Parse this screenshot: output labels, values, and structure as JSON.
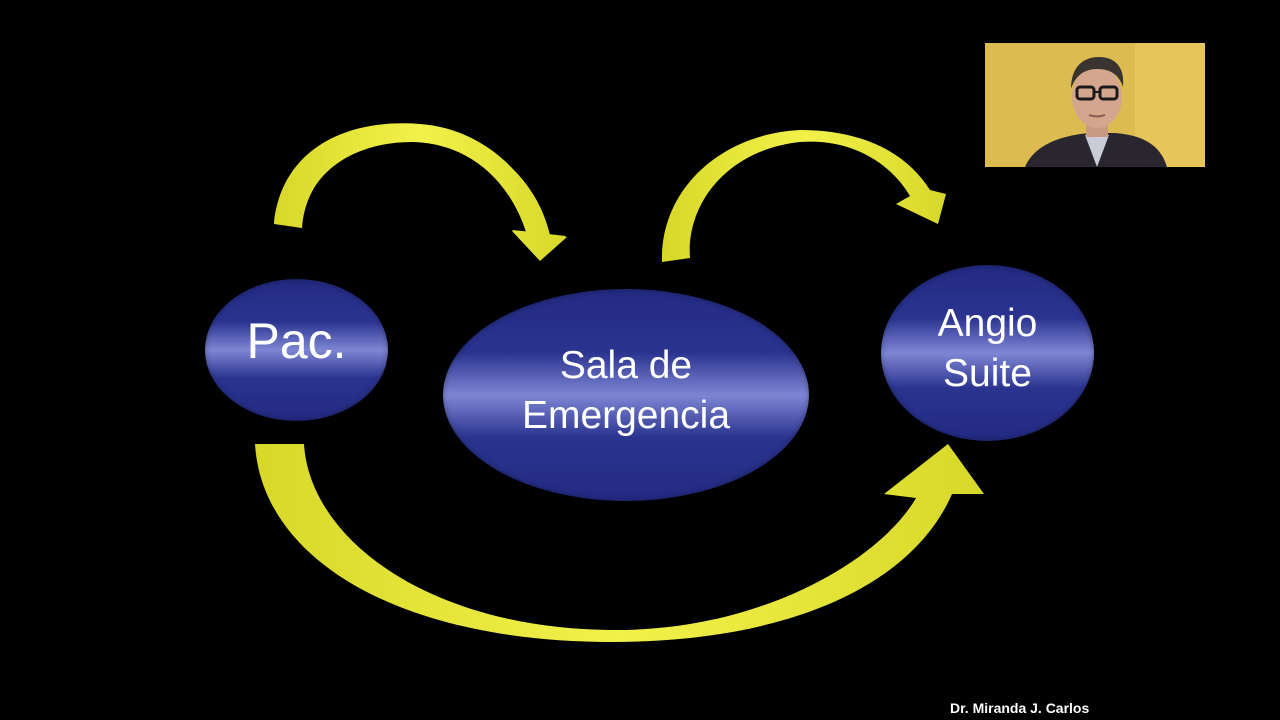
{
  "diagram": {
    "nodes": {
      "patient": "Pac.",
      "emergency_room": "Sala de\nEmergencia",
      "angio_suite": "Angio\nSuite"
    },
    "colors": {
      "background": "#000000",
      "node_fill": "#2a348f",
      "node_highlight": "#7e86d4",
      "arrow": "#e8e83a",
      "text": "#ffffff"
    }
  },
  "presenter": {
    "credit": "Dr. Miranda J. Carlos"
  }
}
